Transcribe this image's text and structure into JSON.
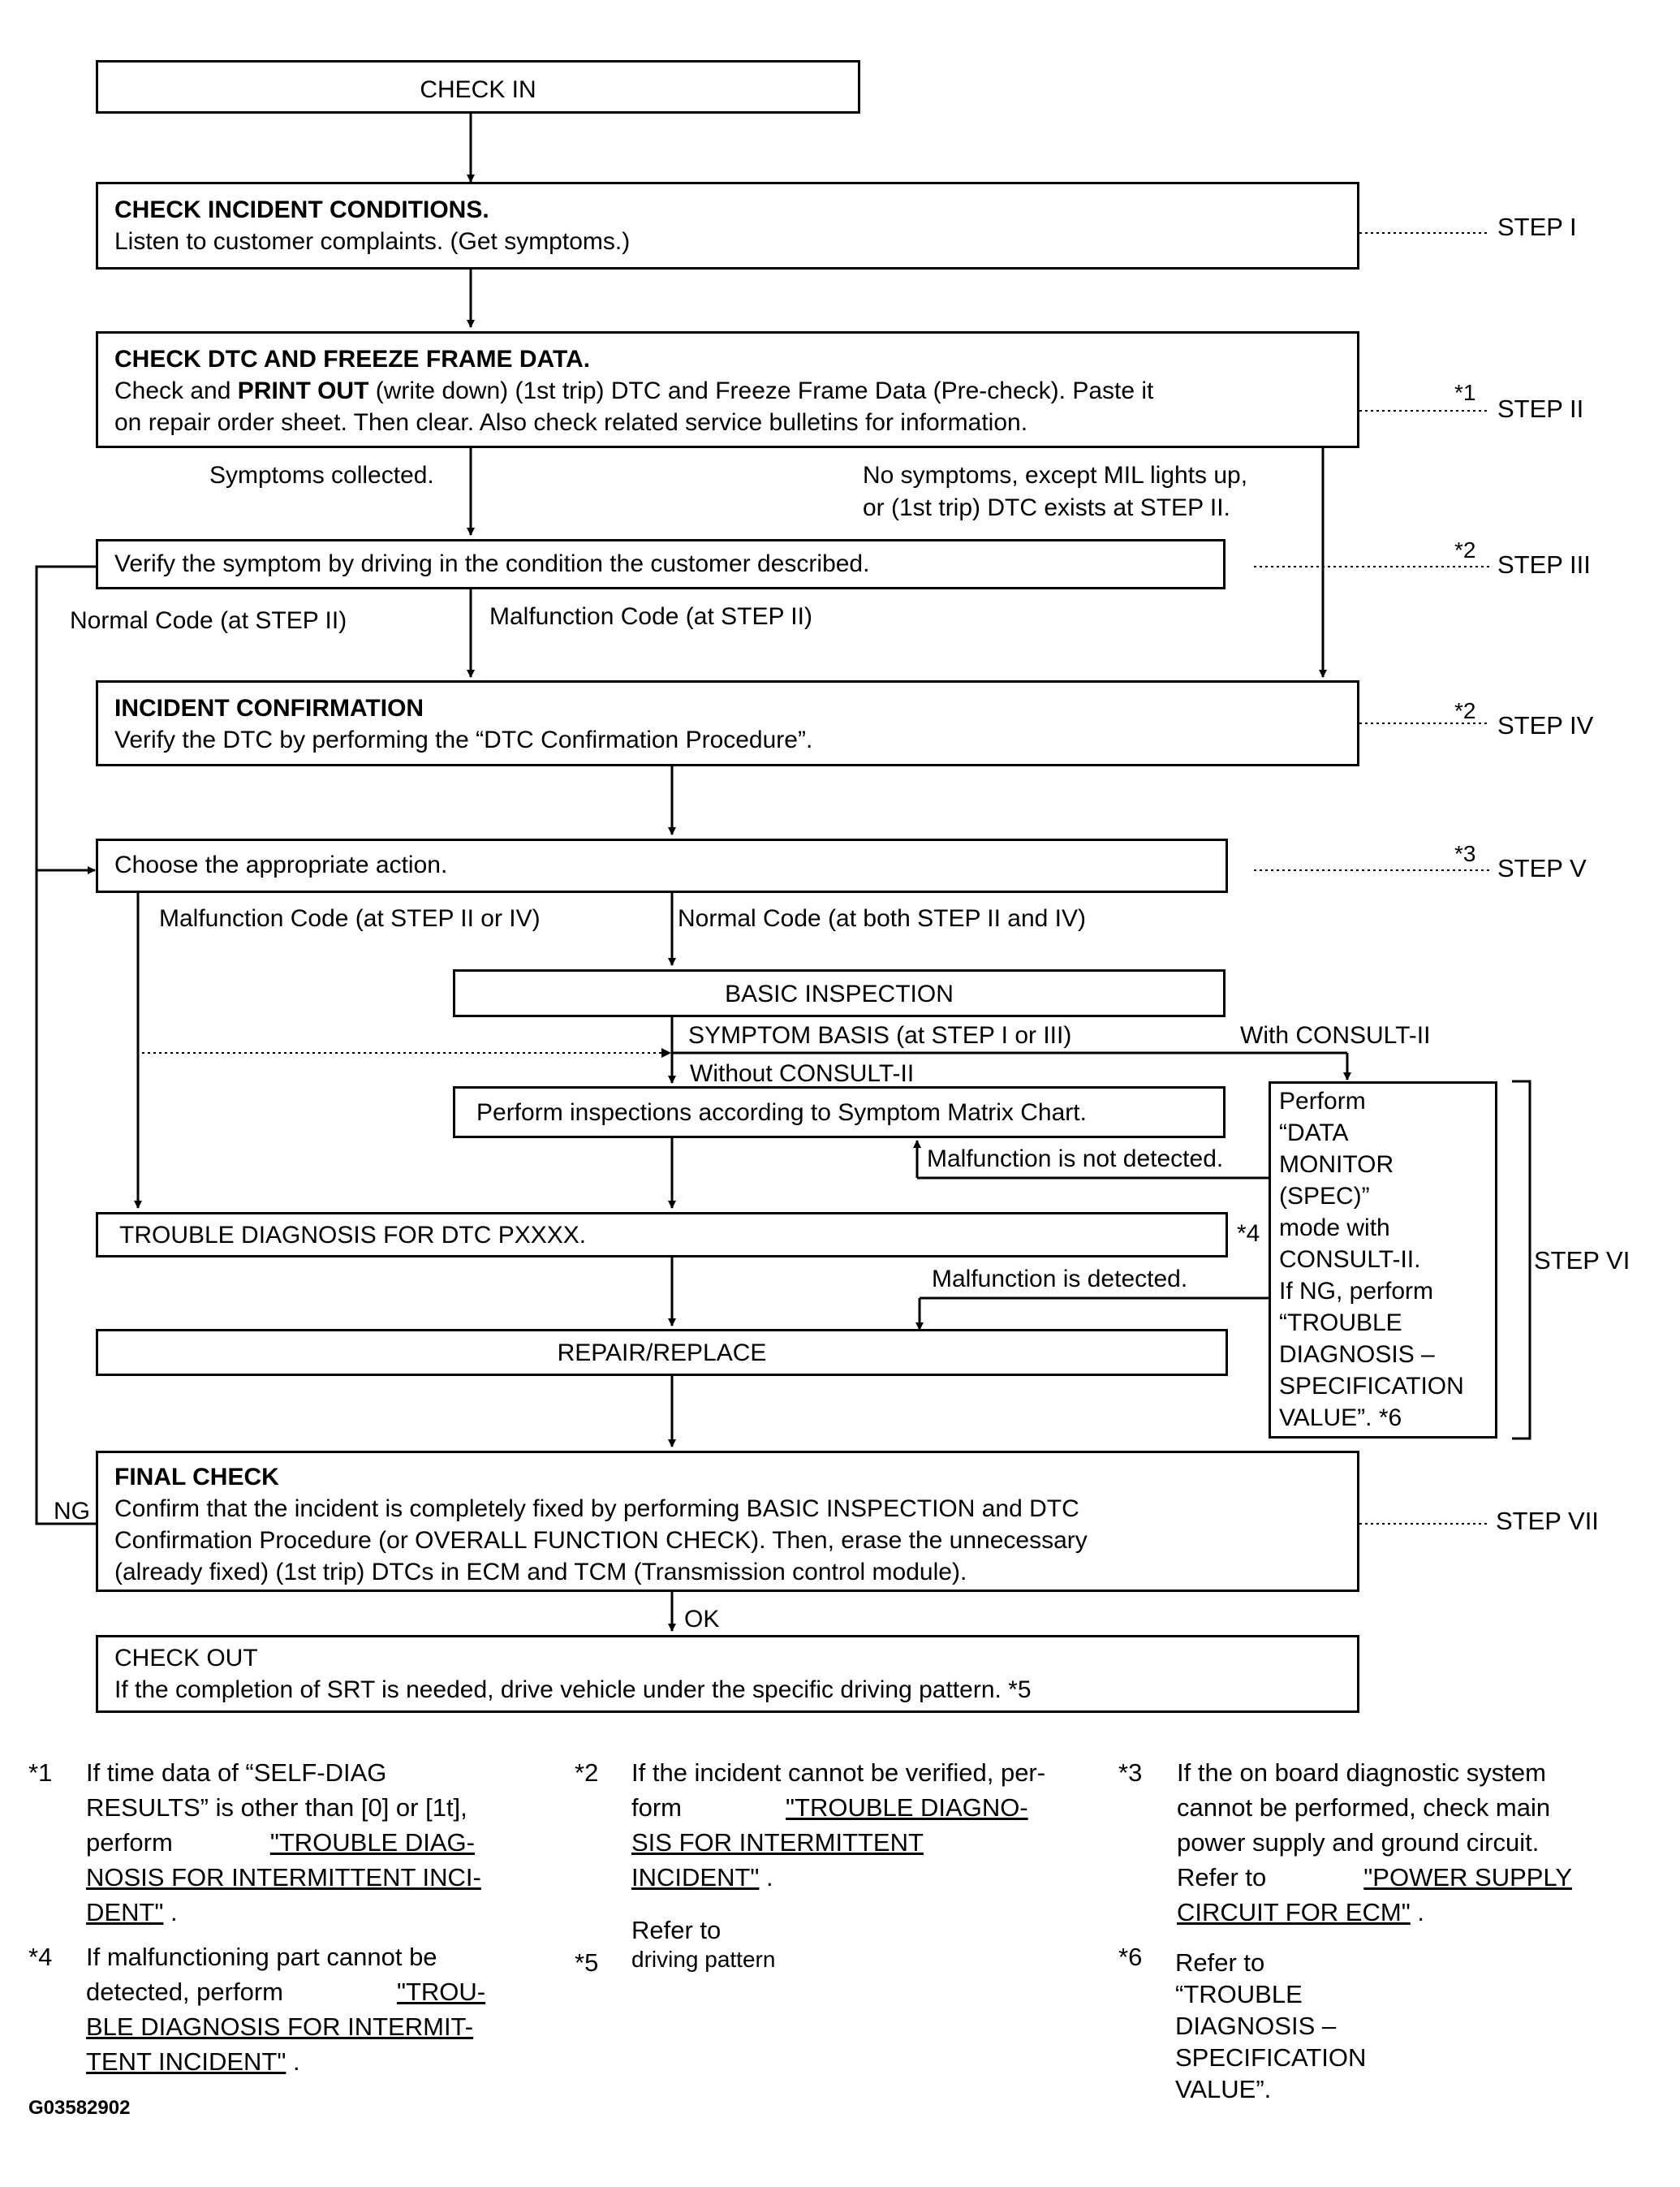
{
  "boxes": {
    "check_in": "CHECK IN",
    "incident_conditions": {
      "title": "CHECK INCIDENT CONDITIONS.",
      "body": "Listen to customer complaints. (Get symptoms.)"
    },
    "dtc_freeze": {
      "title": "CHECK DTC AND FREEZE FRAME DATA.",
      "line1_pre": "Check and ",
      "line1_bold": "PRINT OUT",
      "line1_post": " (write down) (1st trip) DTC and Freeze Frame Data (Pre-check). Paste it",
      "line2": "on repair order sheet. Then clear. Also check related service bulletins for information."
    },
    "verify_symptom": "Verify the symptom by driving in the condition the customer described.",
    "incident_confirmation": {
      "title": "INCIDENT CONFIRMATION",
      "body": "Verify the DTC by performing the “DTC Confirmation Procedure”."
    },
    "choose_action": "Choose the appropriate action.",
    "basic_inspection": "BASIC INSPECTION",
    "symptom_matrix": "Perform inspections according to Symptom Matrix Chart.",
    "data_monitor": [
      "Perform",
      "“DATA",
      "MONITOR",
      "(SPEC)”",
      "mode with",
      "CONSULT-II.",
      "If NG, perform",
      "“TROUBLE",
      "DIAGNOSIS –",
      "SPECIFICATION",
      "VALUE”. *6"
    ],
    "trouble_dtc": "TROUBLE DIAGNOSIS FOR DTC PXXXX.",
    "repair": "REPAIR/REPLACE",
    "final_check": {
      "title": "FINAL CHECK",
      "line1": "Confirm that the incident is completely fixed by performing BASIC INSPECTION and DTC",
      "line2": "Confirmation Procedure (or OVERALL FUNCTION CHECK). Then, erase the unnecessary",
      "line3": "(already fixed) (1st trip) DTCs in ECM and TCM (Transmission control module)."
    },
    "check_out": {
      "title": "CHECK OUT",
      "body": "If the completion of SRT is needed, drive vehicle under the specific driving pattern. *5"
    }
  },
  "labels": {
    "symptoms_collected": "Symptoms collected.",
    "no_symptoms_1": "No symptoms, except MIL lights up,",
    "no_symptoms_2": "or (1st trip) DTC exists at STEP II.",
    "normal_code_step2": "Normal Code (at STEP II)",
    "malfunction_code_step2": "Malfunction Code (at STEP II)",
    "malfunction_code_step2_4": "Malfunction Code (at STEP II or IV)",
    "normal_code_both": "Normal Code (at both STEP II and IV)",
    "symptom_basis": "SYMPTOM BASIS (at STEP I or III)",
    "with_consult": "With CONSULT-II",
    "without_consult": "Without CONSULT-II",
    "not_detected": "Malfunction is not detected.",
    "detected": "Malfunction is detected.",
    "ng": "NG",
    "ok": "OK",
    "star4": "*4"
  },
  "steps": {
    "s1": "STEP I",
    "s2": "STEP II",
    "s3": "STEP III",
    "s4": "STEP IV",
    "s5": "STEP V",
    "s6": "STEP VI",
    "s7": "STEP VII",
    "m1": "*1",
    "m2": "*2",
    "m2b": "*2",
    "m3": "*3"
  },
  "footnotes": {
    "f1": {
      "num": "*1",
      "l1": "If time data of “SELF-DIAG",
      "l2": "RESULTS” is other than [0] or [1t],",
      "l3_pre": "perform",
      "l3_link": "\"TROUBLE DIAG-",
      "l4_link": "NOSIS FOR INTERMITTENT INCI-",
      "l5_link": "DENT\"",
      "l5_post": " ."
    },
    "f2": {
      "num": "*2",
      "l1": "If the incident cannot be verified, per-",
      "l2_pre": "form",
      "l2_link": "\"TROUBLE DIAGNO-",
      "l3_link": "SIS FOR INTERMITTENT",
      "l4_link": "INCIDENT\"",
      "l4_post": " ."
    },
    "f3": {
      "num": "*3",
      "l1": "If the on board diagnostic system",
      "l2": "cannot be performed, check main",
      "l3": "power supply and ground circuit.",
      "l4_pre": "Refer to",
      "l4_link": "\"POWER SUPPLY",
      "l5_link": "CIRCUIT FOR ECM\"",
      "l5_post": " ."
    },
    "f4": {
      "num": "*4",
      "l1": "If malfunctioning part cannot be",
      "l2_pre": "detected, perform",
      "l2_link": "\"TROU-",
      "l3_link": "BLE DIAGNOSIS FOR INTERMIT-",
      "l4_link": "TENT INCIDENT\"",
      "l4_post": " ."
    },
    "f5": {
      "num": "*5",
      "l1": "Refer to",
      "l2": "driving pattern"
    },
    "f6": {
      "num": "*6",
      "l1": "Refer to",
      "l2": "“TROUBLE",
      "l3": "DIAGNOSIS –",
      "l4": "SPECIFICATION",
      "l5": "VALUE”."
    }
  },
  "figure_code": "G03582902"
}
